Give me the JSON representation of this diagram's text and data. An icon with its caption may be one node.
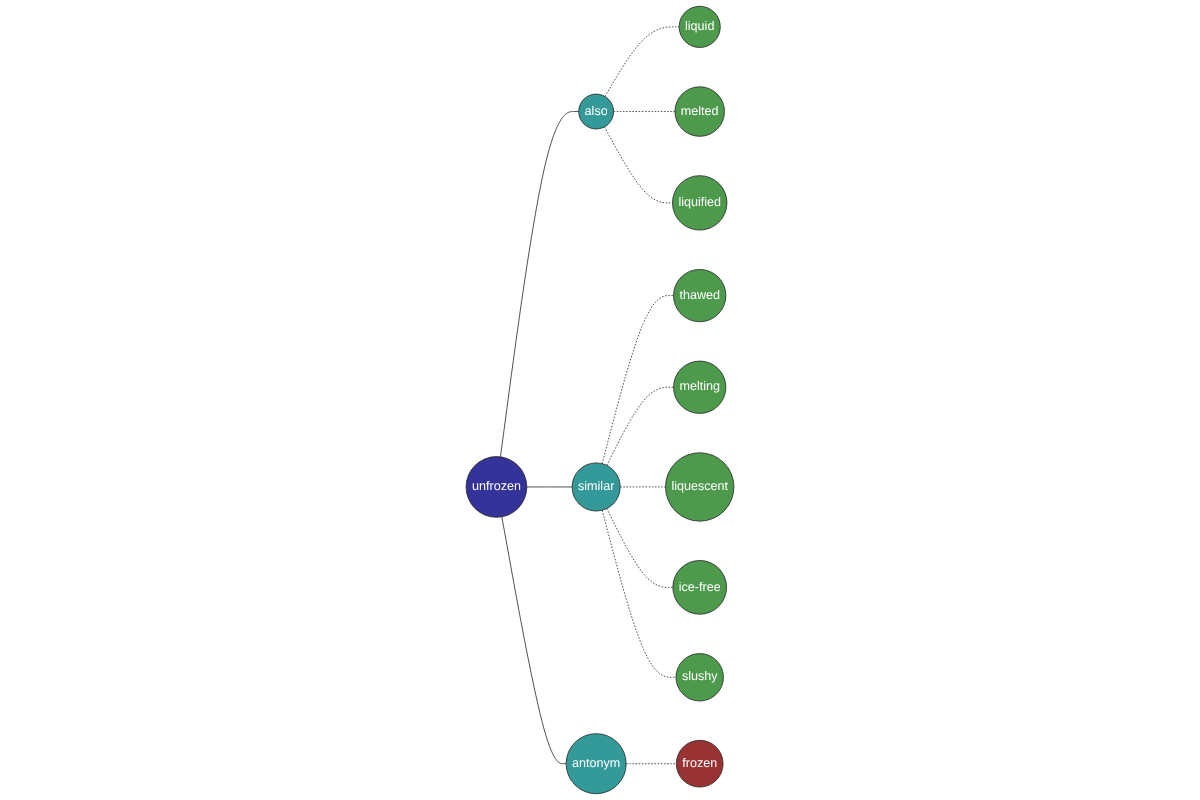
{
  "diagram": {
    "nodes": [
      {
        "text": [
          "unfrozen"
        ]
      },
      {
        "text": [
          "also"
        ]
      },
      {
        "text": [
          "similar"
        ]
      },
      {
        "text": [
          "antonym"
        ]
      },
      {
        "text": [
          "liquid"
        ]
      },
      {
        "text": [
          "melted"
        ]
      },
      {
        "text": [
          "liquified"
        ]
      },
      {
        "text": [
          "thawed"
        ]
      },
      {
        "text": [
          "melting"
        ]
      },
      {
        "text": [
          "liquescent"
        ]
      },
      {
        "text": [
          "ice-free"
        ]
      },
      {
        "text": [
          "slushy"
        ]
      },
      {
        "text": [
          "frozen"
        ]
      }
    ],
    "edges": [
      {
        "from": 0,
        "to": 1,
        "arrow": "none"
      },
      {
        "from": 0,
        "to": 2,
        "arrow": "none"
      },
      {
        "from": 0,
        "to": 3,
        "arrow": "none"
      },
      {
        "from": 1,
        "to": 4,
        "arrow": "none",
        "style": "dashed"
      },
      {
        "from": 1,
        "to": 5,
        "arrow": "none",
        "style": "dashed"
      },
      {
        "from": 1,
        "to": 6,
        "arrow": "none",
        "style": "dashed"
      },
      {
        "from": 2,
        "to": 7,
        "arrow": "none",
        "style": "dashed"
      },
      {
        "from": 2,
        "to": 8,
        "arrow": "none",
        "style": "dashed"
      },
      {
        "from": 2,
        "to": 9,
        "arrow": "none",
        "style": "dashed"
      },
      {
        "from": 2,
        "to": 10,
        "arrow": "none",
        "style": "dashed"
      },
      {
        "from": 2,
        "to": 11,
        "arrow": "none",
        "style": "dashed"
      },
      {
        "from": 3,
        "to": 12,
        "arrow": "none",
        "style": "dashed"
      }
    ]
  }
}
